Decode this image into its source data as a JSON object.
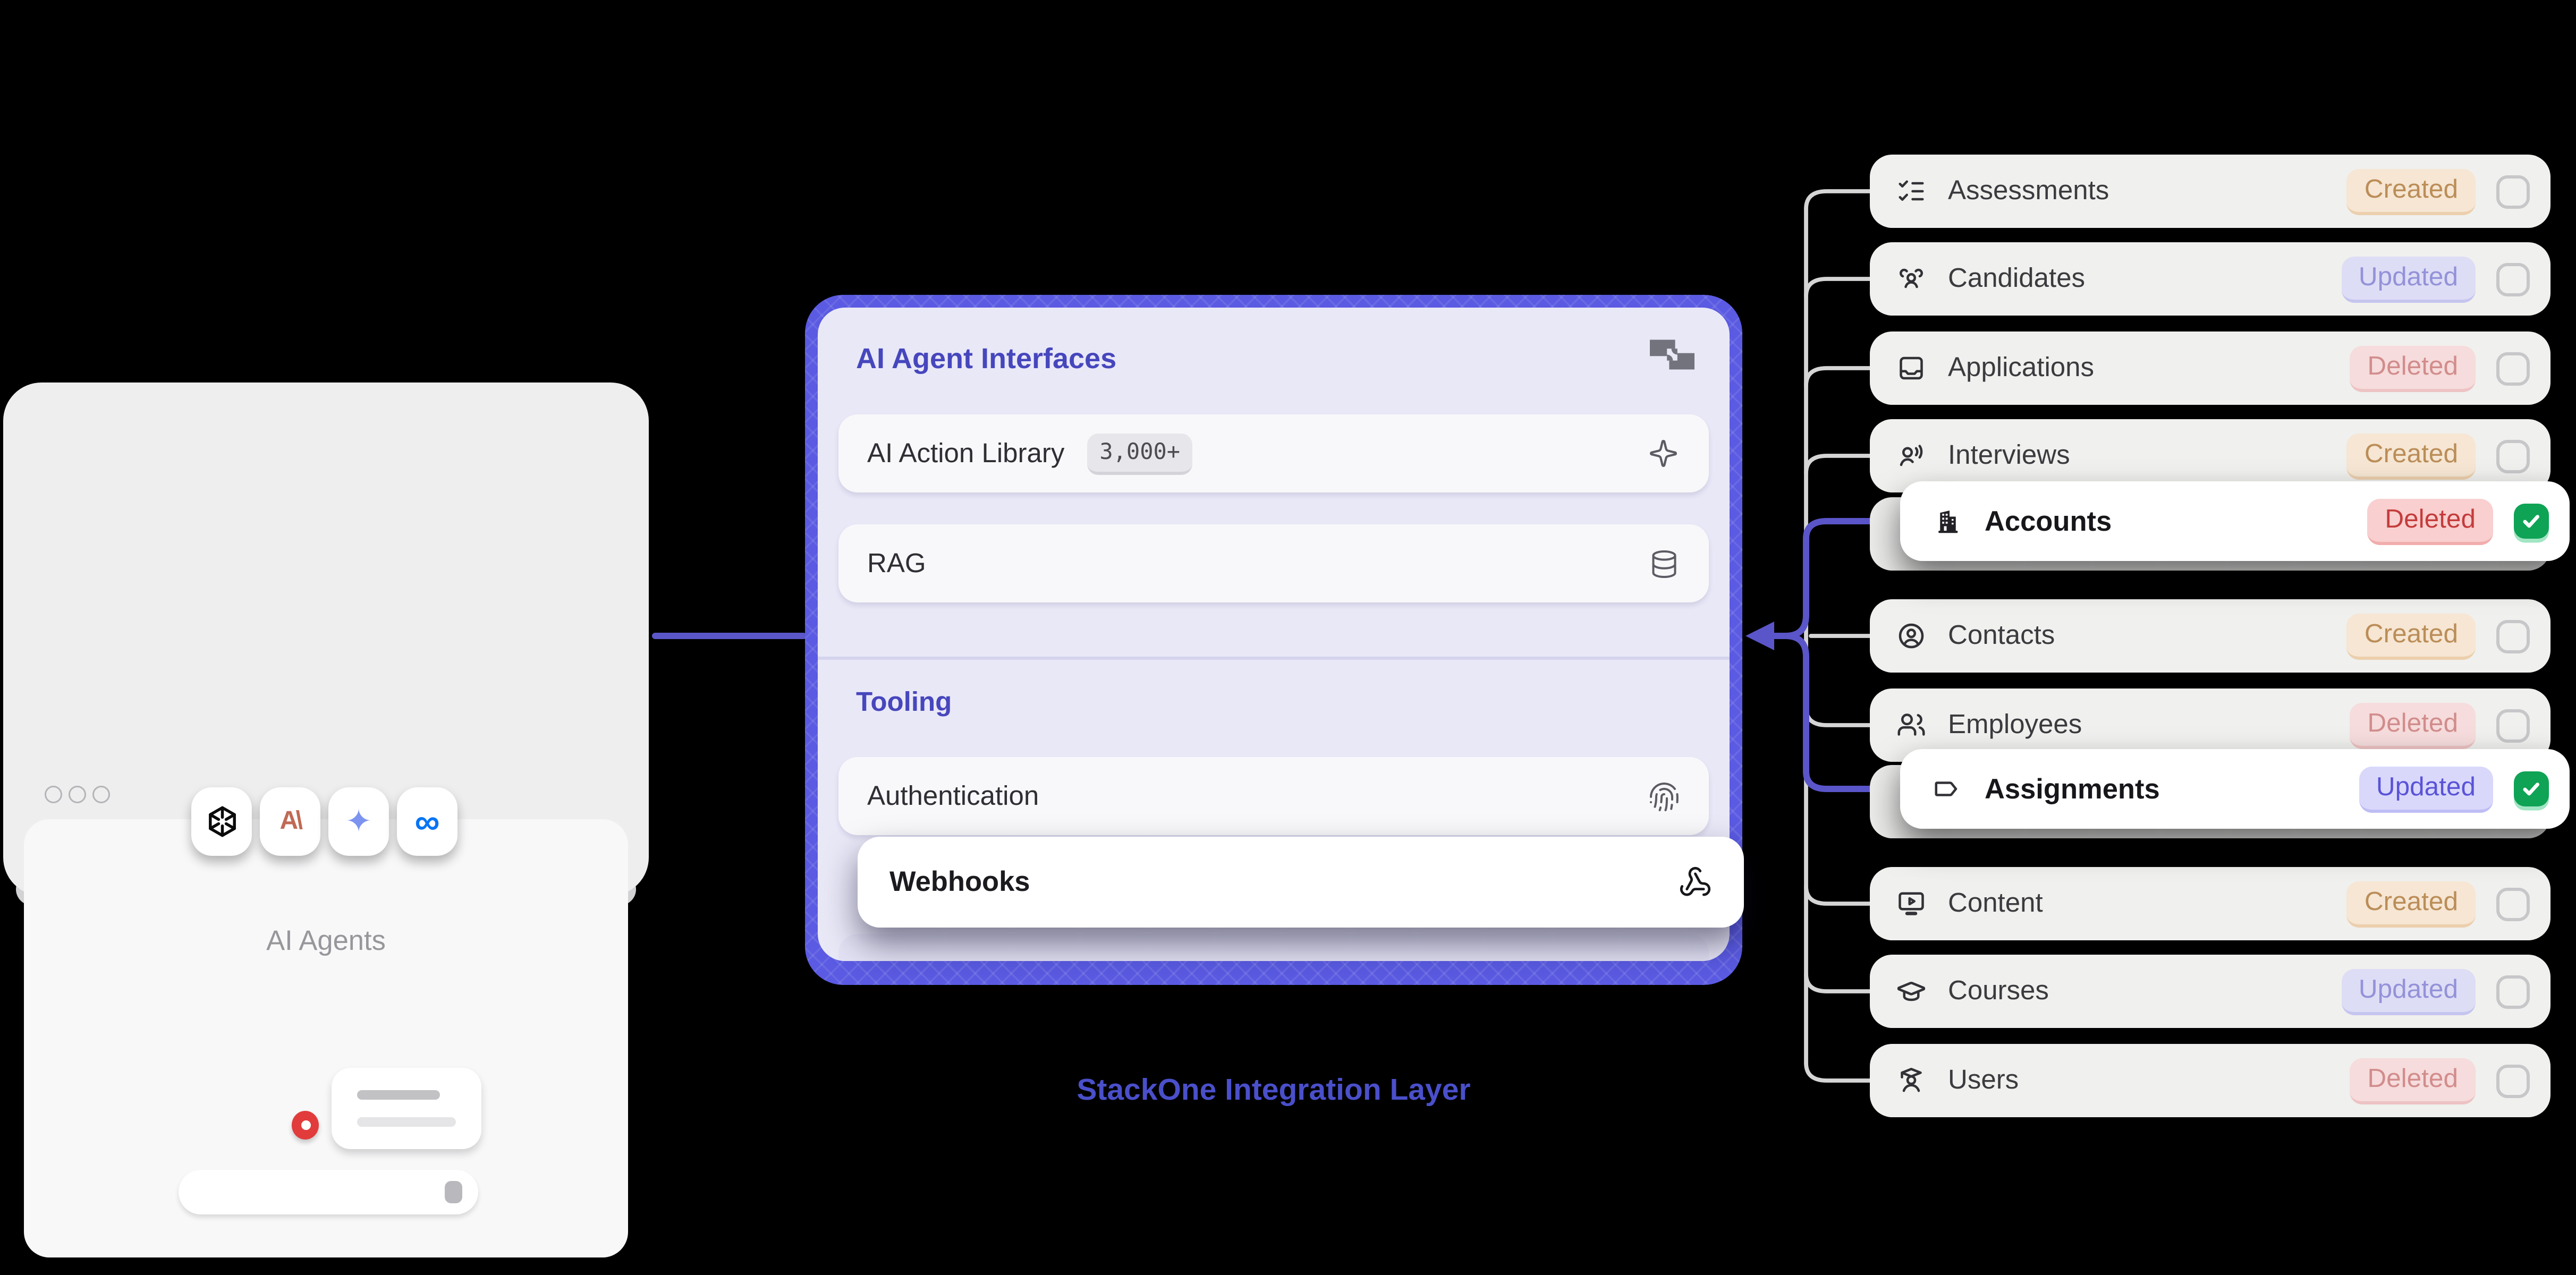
{
  "canvas": {
    "background": "#000000",
    "accent_purple": "#5a5ae2",
    "connector_purple": "#5b57c8",
    "connector_gray": "#d5d5d5"
  },
  "left_card": {
    "label": "AI Agents",
    "logos": [
      {
        "name": "openai-logo"
      },
      {
        "name": "anthropic-logo",
        "text": "A\\"
      },
      {
        "name": "gemini-logo",
        "glyph": "✦"
      },
      {
        "name": "meta-logo",
        "glyph": "∞"
      }
    ]
  },
  "integration_panel": {
    "title": "AI Agent Interfaces",
    "action_library": {
      "label": "AI Action Library",
      "badge": "3,000+"
    },
    "rag": {
      "label": "RAG"
    },
    "tooling_title": "Tooling",
    "authentication": {
      "label": "Authentication"
    },
    "webhooks": {
      "label": "Webhooks"
    },
    "caption": "StackOne Integration Layer"
  },
  "events_list": {
    "items": [
      {
        "label": "Assessments",
        "icon": "list-checks-icon",
        "badge": "Created",
        "badge_type": "created",
        "checked": false,
        "popped": false
      },
      {
        "label": "Candidates",
        "icon": "users-group-icon",
        "badge": "Updated",
        "badge_type": "updated",
        "checked": false,
        "popped": false
      },
      {
        "label": "Applications",
        "icon": "inbox-icon",
        "badge": "Deleted",
        "badge_type": "deleted",
        "checked": false,
        "popped": false
      },
      {
        "label": "Interviews",
        "icon": "user-voice-icon",
        "badge": "Created",
        "badge_type": "created",
        "checked": false,
        "popped": false
      },
      {
        "label": "Accounts",
        "icon": "building-icon",
        "badge": "Deleted",
        "badge_type": "deleted",
        "checked": true,
        "popped": true
      },
      {
        "label": "Contacts",
        "icon": "circle-user-icon",
        "badge": "Created",
        "badge_type": "created",
        "checked": false,
        "popped": false
      },
      {
        "label": "Employees",
        "icon": "users-icon",
        "badge": "Deleted",
        "badge_type": "deleted",
        "checked": false,
        "popped": false
      },
      {
        "label": "Assignments",
        "icon": "tag-icon",
        "badge": "Updated",
        "badge_type": "updated",
        "checked": true,
        "popped": true
      },
      {
        "label": "Content",
        "icon": "monitor-play-icon",
        "badge": "Created",
        "badge_type": "created",
        "checked": false,
        "popped": false
      },
      {
        "label": "Courses",
        "icon": "graduation-cap-icon",
        "badge": "Updated",
        "badge_type": "updated",
        "checked": false,
        "popped": false
      },
      {
        "label": "Users",
        "icon": "user-graduate-icon",
        "badge": "Deleted",
        "badge_type": "deleted",
        "checked": false,
        "popped": false
      }
    ]
  },
  "status_colors": {
    "created": "#bb8d58",
    "updated": "#5a53d7",
    "deleted": "#c43c3c"
  }
}
